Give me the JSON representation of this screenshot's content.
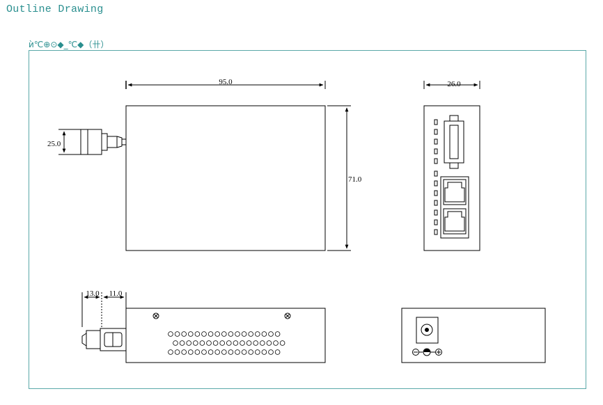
{
  "page": {
    "title": "Outline Drawing",
    "subtitle": "ѝ℃⊕⊙◆_℃◆（卄）"
  },
  "dimensions": {
    "top_width": "95.0",
    "top_height": "71.0",
    "connector_height": "25.0",
    "side_width": "26.0",
    "bottom_connector_1": "13.0",
    "bottom_connector_2": "11.0"
  },
  "colors": {
    "accent": "#2a8f8f",
    "frame": "#5aa8a8",
    "line": "#000000"
  }
}
